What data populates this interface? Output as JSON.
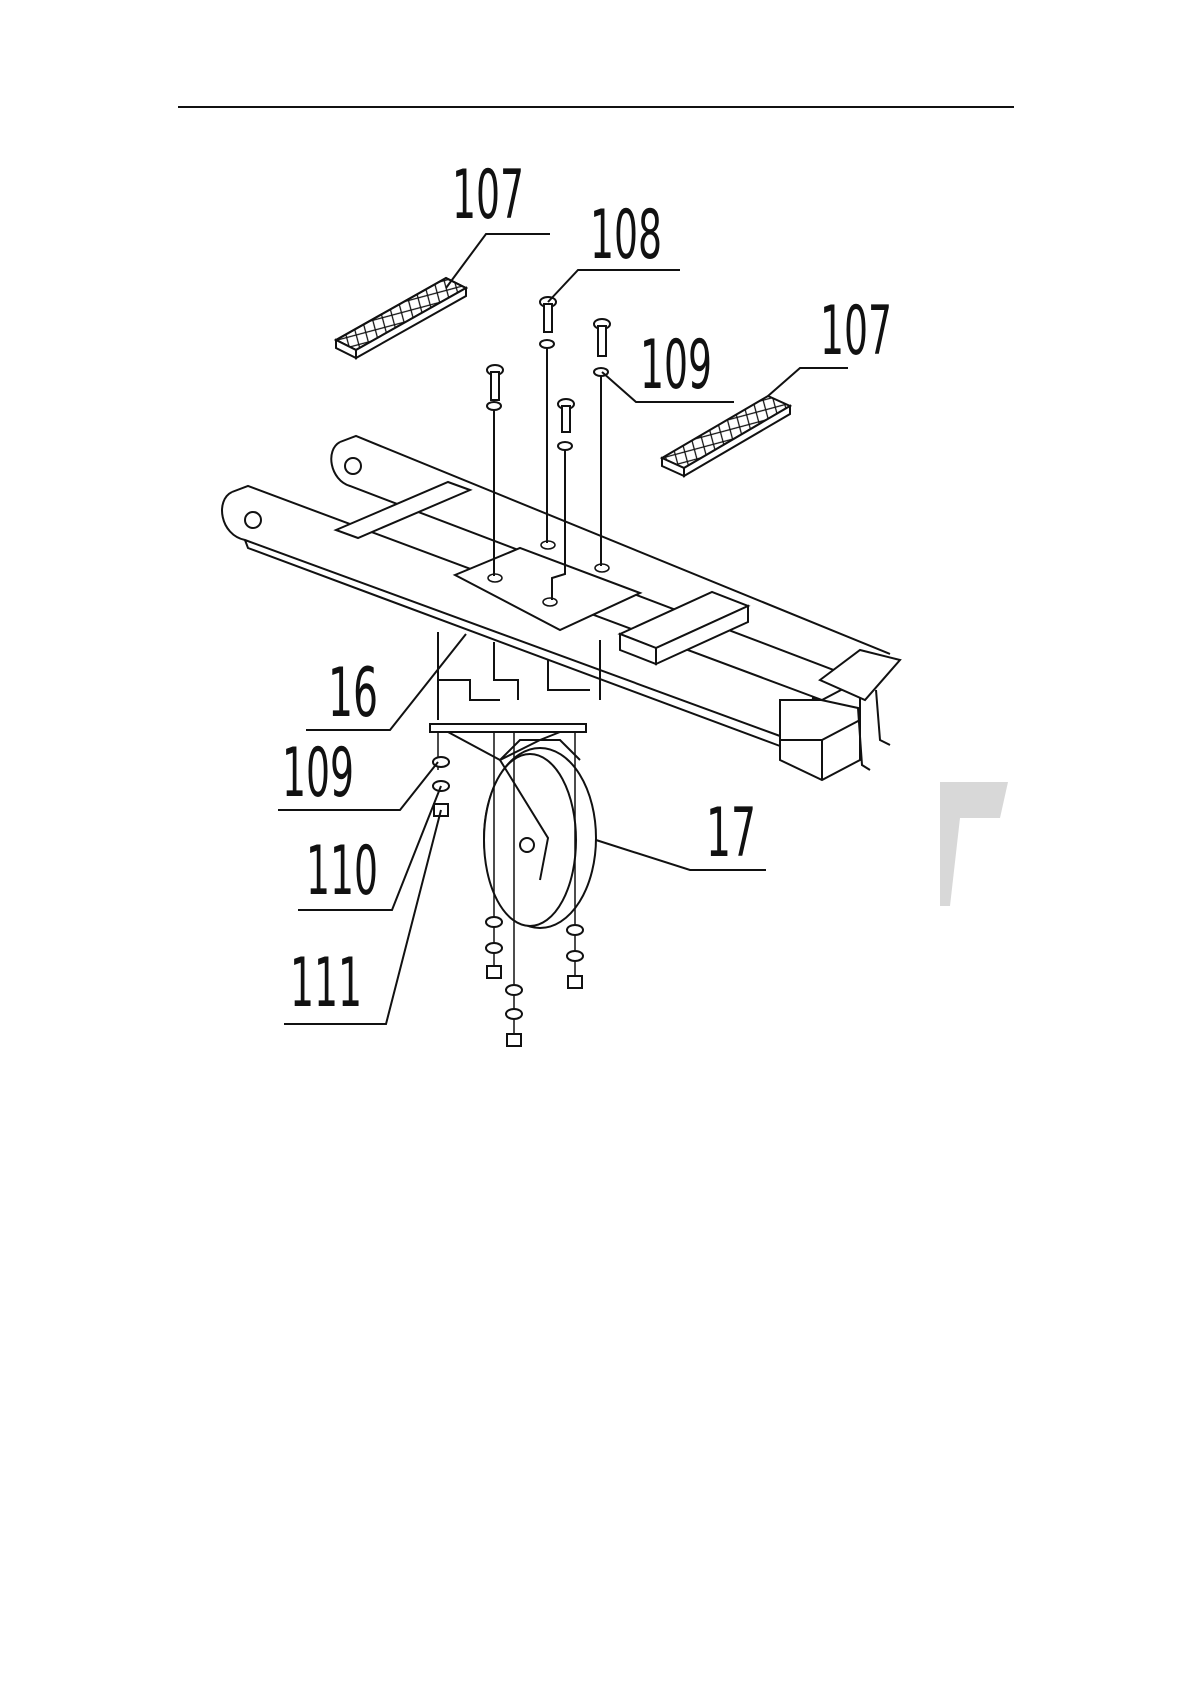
{
  "callouts": {
    "c107_left": "107",
    "c108": "108",
    "c109_top": "109",
    "c107_right": "107",
    "c16": "16",
    "c109_bottom": "109",
    "c110": "110",
    "c111": "111",
    "c17": "17"
  }
}
